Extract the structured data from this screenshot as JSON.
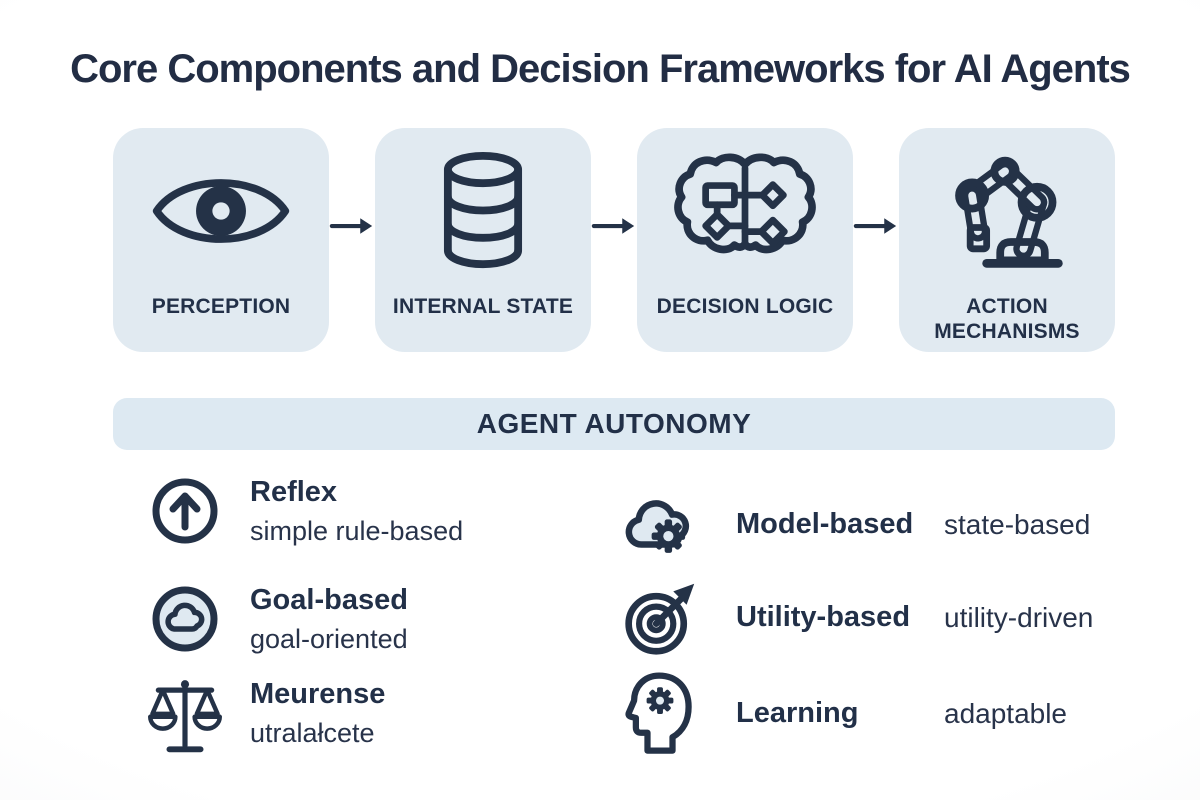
{
  "title": "Core Components and Decision Frameworks for AI Agents",
  "pipeline": {
    "boxes": [
      {
        "label": "PERCEPTION",
        "icon": "eye-icon"
      },
      {
        "label": "INTERNAL STATE",
        "icon": "database-icon"
      },
      {
        "label": "DECISION LOGIC",
        "icon": "brain-flowchart-icon"
      },
      {
        "label": "ACTION MECHANISMS",
        "icon": "robot-arm-icon"
      }
    ]
  },
  "banner": {
    "label": "AGENT AUTONOMY"
  },
  "agent_types": {
    "left_column": [
      {
        "name": "Reflex",
        "description": "simple rule-based",
        "icon": "arrow-up-circle-icon"
      },
      {
        "name": "Goal-based",
        "description": "goal-oriented",
        "icon": "cloud-circle-icon"
      },
      {
        "name": "Meurense",
        "description": "utralałcete",
        "icon": "balance-scale-icon"
      }
    ],
    "right_column": [
      {
        "name": "Model-based",
        "description": "state-based",
        "icon": "cloud-gear-icon"
      },
      {
        "name": "Utility-based",
        "description": "utility-driven",
        "icon": "target-dart-icon"
      },
      {
        "name": "Learning",
        "description": "adaptable",
        "icon": "head-gear-icon"
      }
    ]
  },
  "colors": {
    "ink_navy": "#243247",
    "box_background": "#e1eaf1",
    "banner_background": "#dde9f2",
    "icon_light_fill": "#dfe9f1",
    "page_background": "#ffffff"
  }
}
